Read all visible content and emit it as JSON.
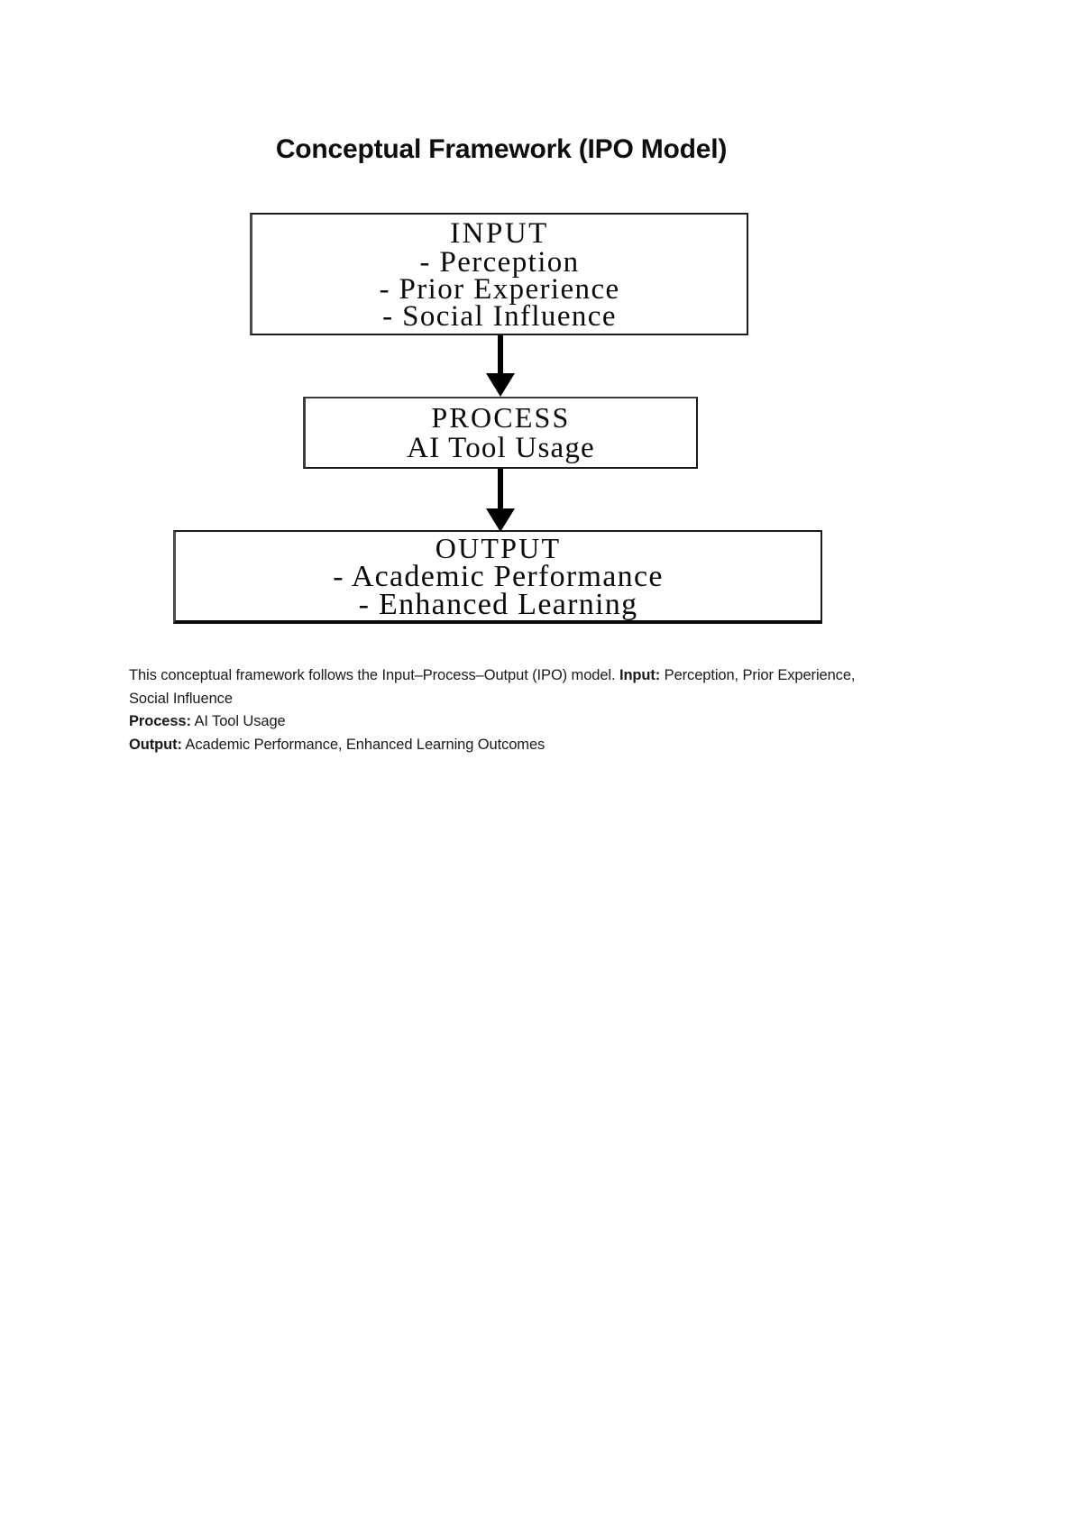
{
  "document": {
    "title": "Conceptual Framework (IPO Model)"
  },
  "diagram": {
    "type": "flowchart",
    "orientation": "vertical",
    "boxes": [
      {
        "id": "input",
        "heading": "INPUT",
        "items": [
          "- Perception",
          "- Prior Experience",
          "- Social Influence"
        ]
      },
      {
        "id": "process",
        "heading": "PROCESS",
        "items": [
          "AI Tool Usage"
        ]
      },
      {
        "id": "output",
        "heading": "OUTPUT",
        "items": [
          "- Academic Performance",
          "- Enhanced Learning"
        ]
      }
    ],
    "arrows": [
      {
        "id": "input-to-process",
        "from": "input",
        "to": "process",
        "glyph": "down-arrow"
      },
      {
        "id": "process-to-output",
        "from": "process",
        "to": "output",
        "glyph": "down-arrow"
      }
    ],
    "colors": {
      "border": "#1a1a1a",
      "text": "#0a0a0a",
      "background": "#ffffff"
    }
  },
  "caption": {
    "line1_intro": "This conceptual framework follows the Input–Process–Output (IPO) model. ",
    "line1_label": "Input:",
    "line1_value": " Perception, Prior Experience, Social Influence",
    "line2_label": "Process:",
    "line2_value": " AI Tool Usage",
    "line3_label": "Output:",
    "line3_value": " Academic Performance, Enhanced Learning Outcomes"
  }
}
